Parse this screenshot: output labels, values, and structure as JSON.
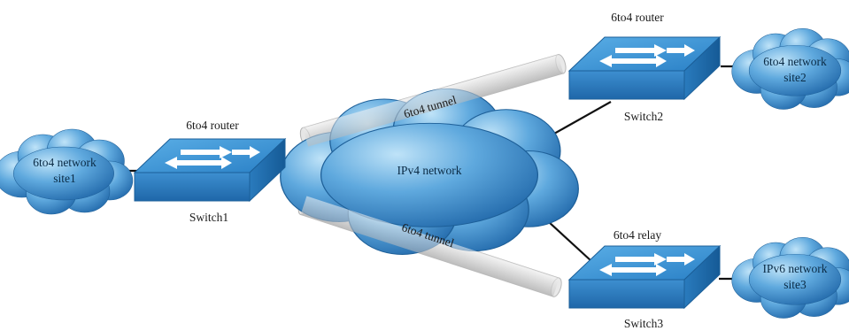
{
  "diagram": {
    "clouds": {
      "site1": [
        "6to4 network",
        "site1"
      ],
      "site2": [
        "6to4 network",
        "site2"
      ],
      "site3": [
        "IPv6 network",
        "site3"
      ],
      "ipv4": "IPv4 network"
    },
    "switches": {
      "switch1": {
        "top_label": "6to4 router",
        "bottom_label": "Switch1"
      },
      "switch2": {
        "top_label": "6to4 router",
        "bottom_label": "Switch2"
      },
      "switch3": {
        "top_label": "6to4 relay",
        "bottom_label": "Switch3"
      }
    },
    "tunnels": {
      "upper": "6to4 tunnel",
      "lower": "6to4 tunnel"
    },
    "colors": {
      "cloud_light": "#8fcaf0",
      "cloud_dark": "#1f73b6",
      "switch_top": "#3f93d3",
      "switch_front": "#2a78bd",
      "link": "#111111",
      "tunnel": "#dcdcdc"
    }
  }
}
